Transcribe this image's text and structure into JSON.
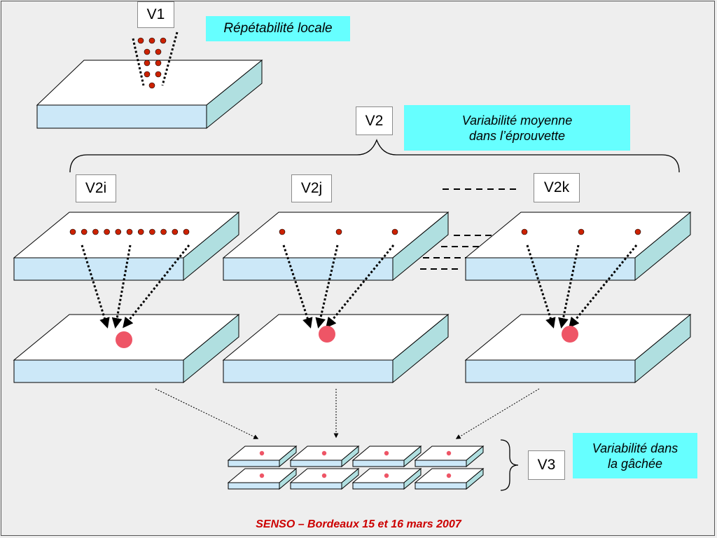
{
  "labels": {
    "v1": "V1",
    "v2": "V2",
    "v2i": "V2i",
    "v2j": "V2j",
    "v2k": "V2k",
    "v3": "V3"
  },
  "notes": {
    "local": "Répétabilité locale",
    "moyenne_line1": "Variabilité moyenne",
    "moyenne_line2": "dans l’éprouvette",
    "gachee_line1": "Variabilité dans",
    "gachee_line2": "la gâchée"
  },
  "footer": "SENSO – Bordeaux 15 et 16 mars 2007",
  "colors": {
    "slab_front": "#cce8f8",
    "slab_side": "#b0dfe0",
    "slab_top": "#ffffff",
    "measure_dot": "#cc2200",
    "mean_dot": "#ee5566",
    "note_bg": "#66ffff",
    "footer_text": "#cc0000"
  }
}
